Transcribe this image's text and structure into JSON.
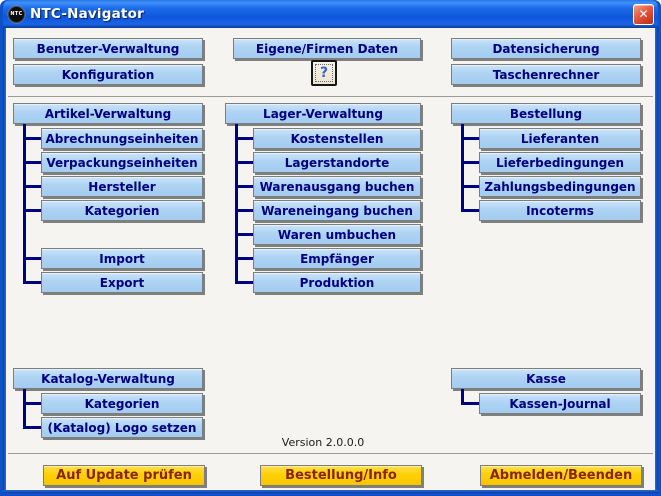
{
  "window": {
    "title": "NTC-Navigator",
    "app_logo_text": "NTC",
    "close_glyph": "✕"
  },
  "colors": {
    "titlebar_blue": "#1E6BEA",
    "button_blue": "#A5CCF0",
    "button_text_navy": "#00007E",
    "button_yellow": "#FFD008",
    "button_text_maroon": "#8B2500",
    "connector_navy": "#000080",
    "close_red": "#E8573F"
  },
  "top": {
    "benutzer": "Benutzer-Verwaltung",
    "konfiguration": "Konfiguration",
    "eigene": "Eigene/Firmen Daten",
    "help": "?",
    "datensicherung": "Datensicherung",
    "taschenrechner": "Taschenrechner"
  },
  "trees": {
    "artikel": {
      "parent": "Artikel-Verwaltung",
      "children": [
        "Abrechnungseinheiten",
        "Verpackungseinheiten",
        "Hersteller",
        "Kategorien",
        "Import",
        "Export"
      ]
    },
    "lager": {
      "parent": "Lager-Verwaltung",
      "children": [
        "Kostenstellen",
        "Lagerstandorte",
        "Warenausgang buchen",
        "Wareneingang buchen",
        "Waren umbuchen",
        "Empfänger",
        "Produktion"
      ]
    },
    "bestellung": {
      "parent": "Bestellung",
      "children": [
        "Lieferanten",
        "Lieferbedingungen",
        "Zahlungsbedingungen",
        "Incoterms"
      ]
    },
    "katalog": {
      "parent": "Katalog-Verwaltung",
      "children": [
        "Kategorien",
        "(Katalog) Logo setzen"
      ]
    },
    "kasse": {
      "parent": "Kasse",
      "children": [
        "Kassen-Journal"
      ]
    }
  },
  "version": "Version 2.0.0.0",
  "bottom": {
    "update": "Auf Update prüfen",
    "info": "Bestellung/Info",
    "abmelden": "Abmelden/Beenden"
  }
}
